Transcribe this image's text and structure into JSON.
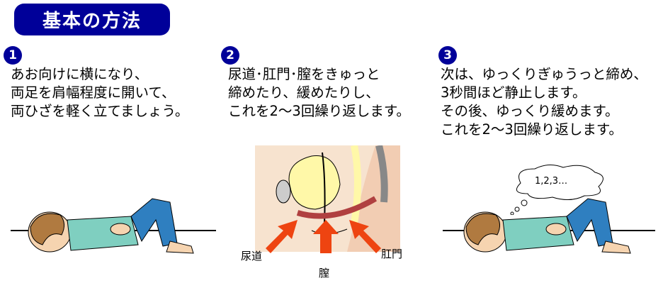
{
  "title": "基本の方法",
  "steps": [
    {
      "number": "1",
      "lines": [
        "あお向けに横になり、",
        "両足を肩幅程度に開いて、",
        "両ひざを軽く立てましょう。"
      ]
    },
    {
      "number": "2",
      "lines": [
        "尿道･肛門･膣をきゅっと",
        "締めたり、緩めたりし、",
        "これを2～3回繰り返します。"
      ]
    },
    {
      "number": "3",
      "lines": [
        "次は、ゆっくりぎゅうっと締め、",
        "3秒間ほど静止します。",
        "その後、ゆっくり緩めます。",
        "これを2～3回繰り返します。"
      ]
    }
  ],
  "anatomy_labels": {
    "urethra": "尿道",
    "vagina": "膣",
    "anus": "肛門"
  },
  "thought_bubble": "1,2,3…",
  "colors": {
    "accent": "#000099",
    "arrow": "#ee4411",
    "skin": "#f6d4b0",
    "shirt": "#7fcfc0",
    "pants": "#2f7fc0",
    "hair": "#b07a40"
  }
}
